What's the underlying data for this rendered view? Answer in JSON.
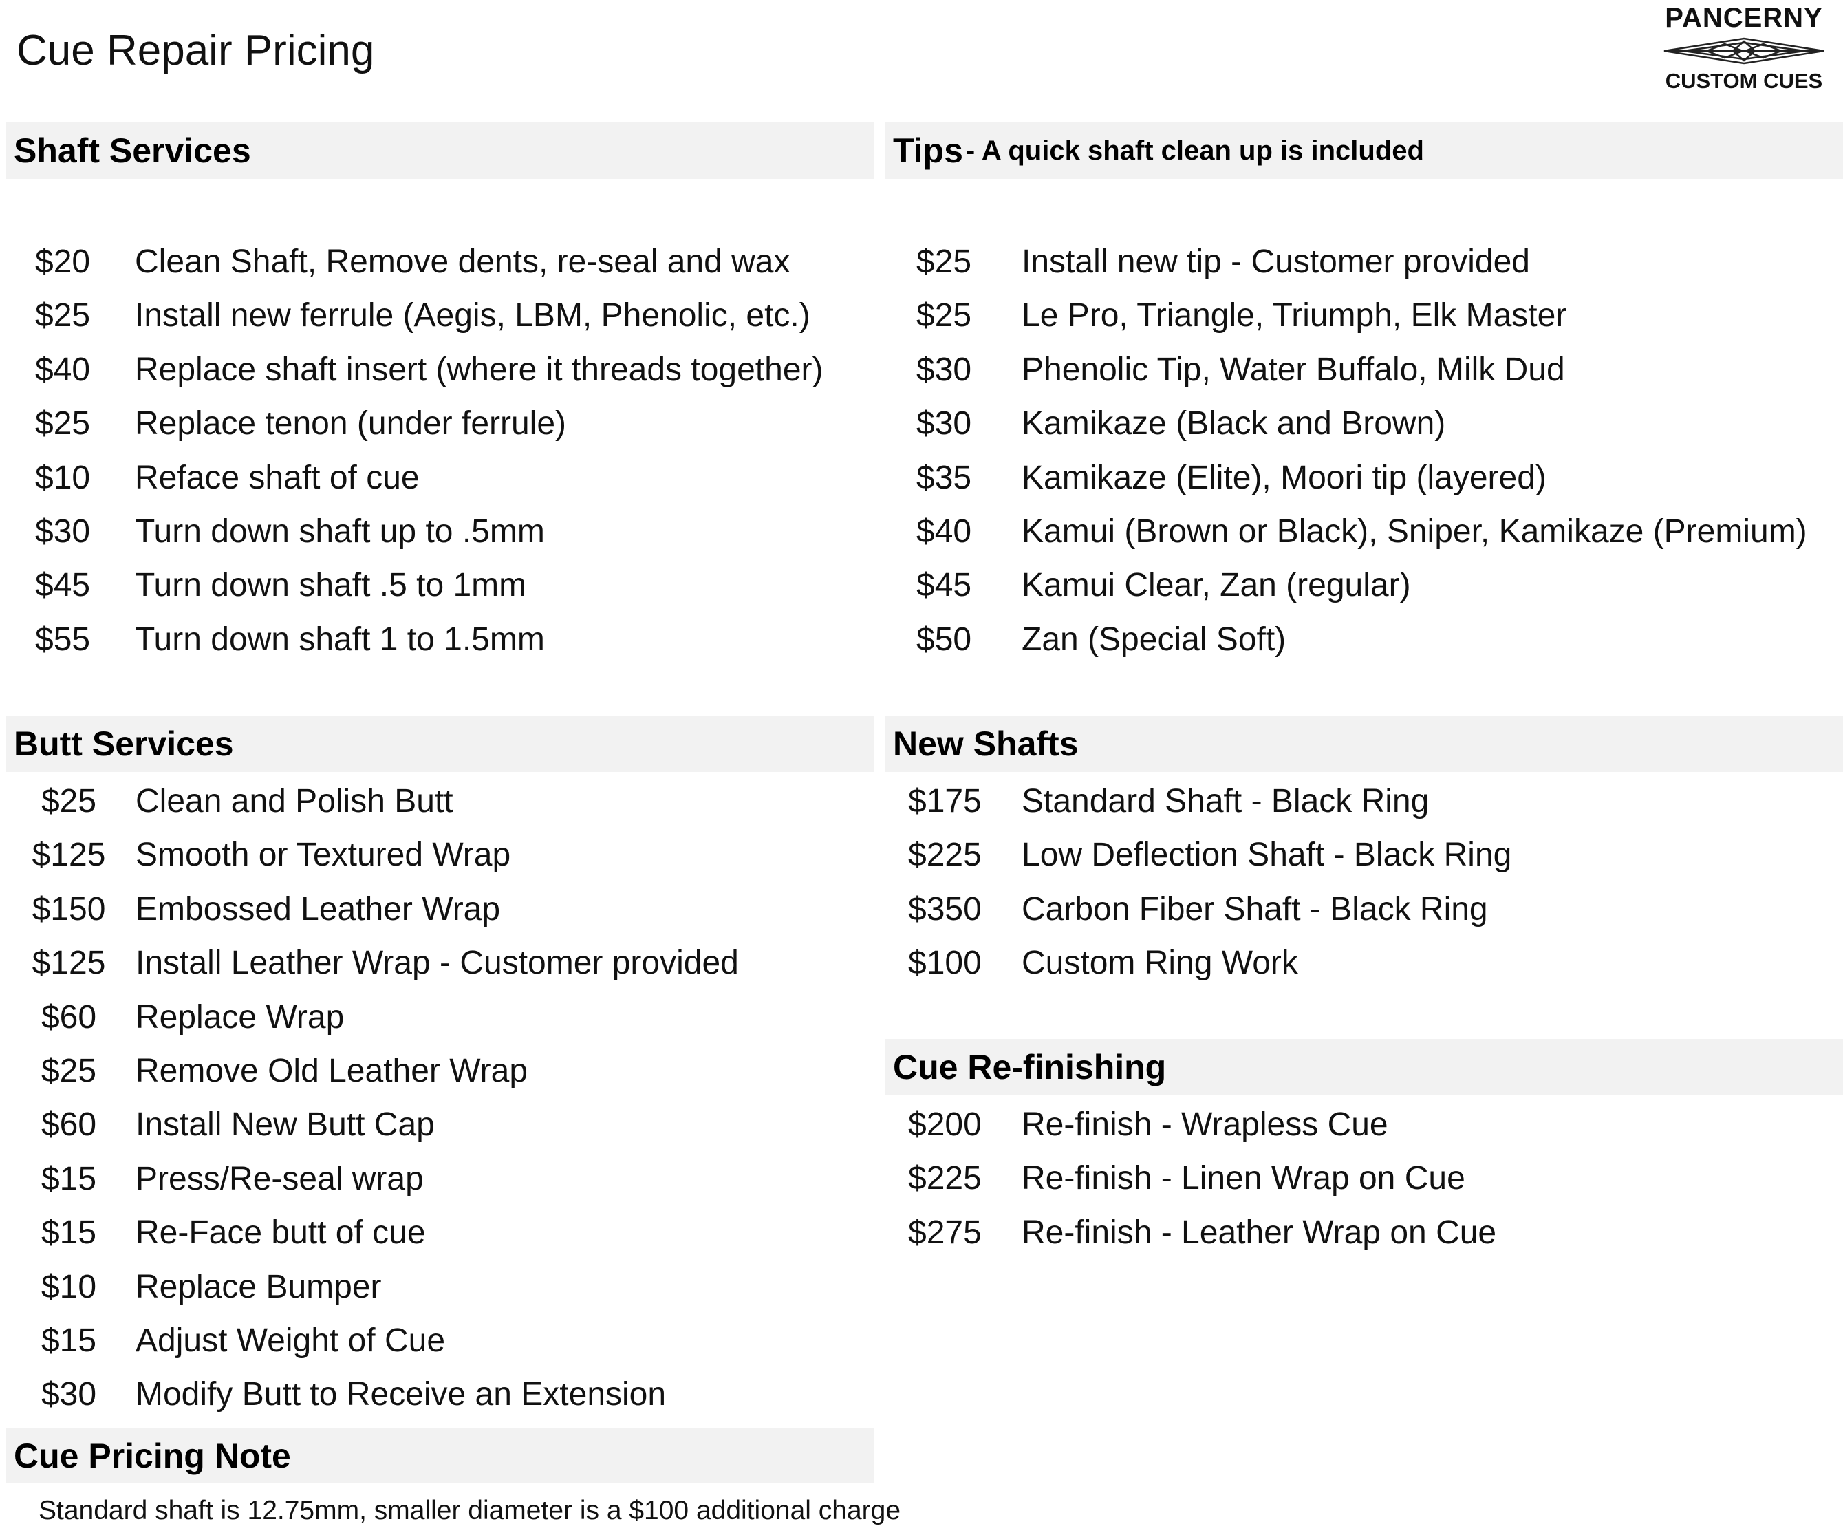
{
  "page": {
    "title": "Cue Repair Pricing"
  },
  "logo": {
    "top_text": "PANCERNY",
    "bottom_text": "CUSTOM CUES",
    "icon": "diamond-ornament-icon"
  },
  "shaft_services": {
    "title": "Shaft Services",
    "items": [
      {
        "price": "$20",
        "desc": "Clean Shaft, Remove dents, re-seal and wax"
      },
      {
        "price": "$25",
        "desc": "Install new ferrule (Aegis, LBM, Phenolic, etc.)"
      },
      {
        "price": "$40",
        "desc": "Replace shaft insert (where it threads together)"
      },
      {
        "price": "$25",
        "desc": "Replace tenon (under ferrule)"
      },
      {
        "price": "$10",
        "desc": "Reface shaft of cue"
      },
      {
        "price": "$30",
        "desc": "Turn down shaft up to .5mm"
      },
      {
        "price": "$45",
        "desc": "Turn down shaft .5 to 1mm"
      },
      {
        "price": "$55",
        "desc": "Turn down shaft  1 to 1.5mm"
      }
    ]
  },
  "tips": {
    "title": "Tips",
    "subtitle": "- A quick shaft clean up is included",
    "items": [
      {
        "price": "$25",
        "desc": "Install new tip - Customer provided"
      },
      {
        "price": "$25",
        "desc": "Le Pro, Triangle, Triumph, Elk Master"
      },
      {
        "price": "$30",
        "desc": "Phenolic Tip, Water Buffalo, Milk Dud"
      },
      {
        "price": "$30",
        "desc": "Kamikaze (Black and Brown)"
      },
      {
        "price": "$35",
        "desc": "Kamikaze (Elite), Moori tip (layered)"
      },
      {
        "price": "$40",
        "desc": "Kamui (Brown or Black), Sniper, Kamikaze (Premium)"
      },
      {
        "price": "$45",
        "desc": "Kamui Clear, Zan (regular)"
      },
      {
        "price": "$50",
        "desc": "Zan (Special Soft)"
      }
    ]
  },
  "butt_services": {
    "title": "Butt Services",
    "items": [
      {
        "price": "$25",
        "desc": "Clean and Polish Butt"
      },
      {
        "price": "$125",
        "desc": "Smooth or Textured Wrap"
      },
      {
        "price": "$150",
        "desc": "Embossed Leather Wrap"
      },
      {
        "price": "$125",
        "desc": "Install Leather Wrap - Customer provided"
      },
      {
        "price": "$60",
        "desc": "Replace Wrap"
      },
      {
        "price": "$25",
        "desc": "Remove Old Leather Wrap"
      },
      {
        "price": "$60",
        "desc": "Install New Butt Cap"
      },
      {
        "price": "$15",
        "desc": "Press/Re-seal wrap"
      },
      {
        "price": "$15",
        "desc": "Re-Face butt of cue"
      },
      {
        "price": "$10",
        "desc": "Replace Bumper"
      },
      {
        "price": "$15",
        "desc": "Adjust Weight of Cue"
      },
      {
        "price": "$30",
        "desc": "Modify Butt to Receive an Extension"
      }
    ]
  },
  "new_shafts": {
    "title": "New Shafts",
    "items": [
      {
        "price": "$175",
        "desc": "Standard Shaft - Black Ring"
      },
      {
        "price": "$225",
        "desc": "Low Deflection Shaft - Black Ring"
      },
      {
        "price": "$350",
        "desc": "Carbon Fiber Shaft - Black Ring"
      },
      {
        "price": "$100",
        "desc": "Custom Ring Work"
      }
    ]
  },
  "refinishing": {
    "title": "Cue Re-finishing",
    "items": [
      {
        "price": "$200",
        "desc": "Re-finish - Wrapless Cue"
      },
      {
        "price": "$225",
        "desc": "Re-finish - Linen Wrap on Cue"
      },
      {
        "price": "$275",
        "desc": "Re-finish - Leather Wrap on Cue"
      }
    ]
  },
  "pricing_note": {
    "title": "Cue Pricing Note",
    "text": "Standard shaft is 12.75mm, smaller diameter is a $100 additional charge"
  },
  "colors": {
    "header_bg": "#f2f2f2",
    "text": "#111111",
    "background": "#ffffff"
  }
}
